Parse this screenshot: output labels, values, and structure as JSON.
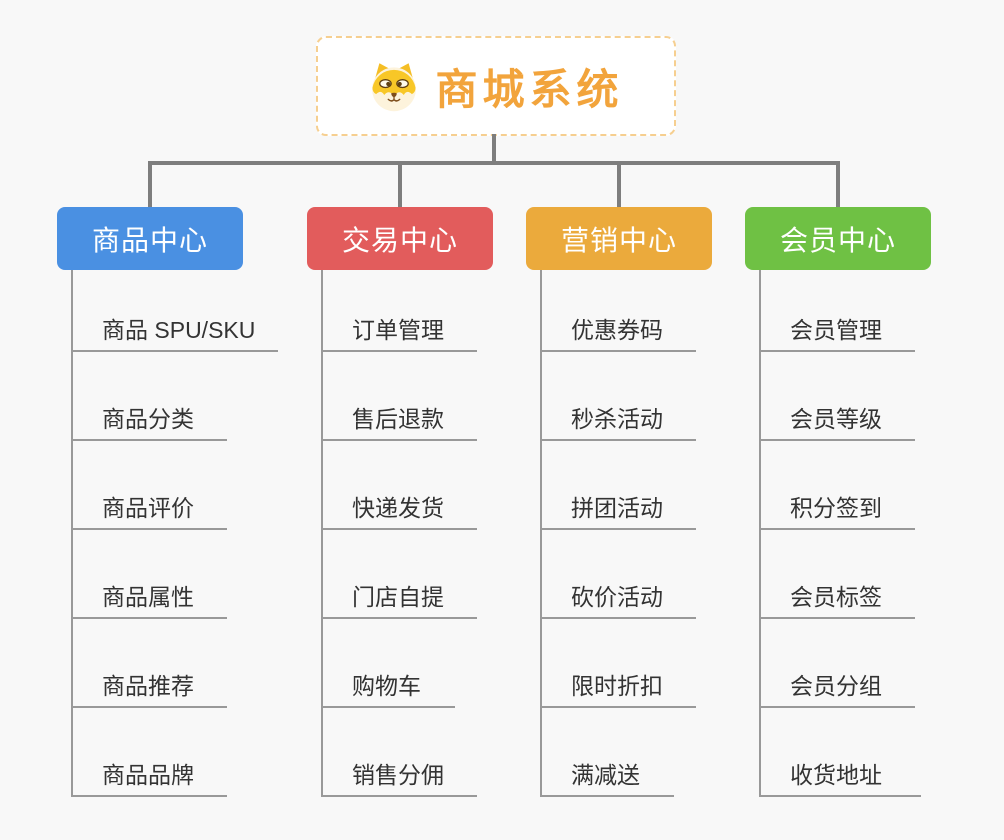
{
  "root": {
    "title": "商城系统",
    "icon": "dog-face-icon"
  },
  "branches": [
    {
      "label": "商品中心",
      "color": "#4a90e2",
      "items": [
        "商品 SPU/SKU",
        "商品分类",
        "商品评价",
        "商品属性",
        "商品推荐",
        "商品品牌"
      ]
    },
    {
      "label": "交易中心",
      "color": "#e25c5c",
      "items": [
        "订单管理",
        "售后退款",
        "快递发货",
        "门店自提",
        "购物车",
        "销售分佣"
      ]
    },
    {
      "label": "营销中心",
      "color": "#ebaa3c",
      "items": [
        "优惠券码",
        "秒杀活动",
        "拼团活动",
        "砍价活动",
        "限时折扣",
        "满减送"
      ]
    },
    {
      "label": "会员中心",
      "color": "#6fc144",
      "items": [
        "会员管理",
        "会员等级",
        "积分签到",
        "会员标签",
        "会员分组",
        "收货地址"
      ]
    }
  ],
  "colors": {
    "background": "#f8f8f8",
    "root_accent": "#f2a43c",
    "root_border": "#f6cf90",
    "connector": "#7e7e7e",
    "item_line": "#999999",
    "item_text": "#333333"
  }
}
